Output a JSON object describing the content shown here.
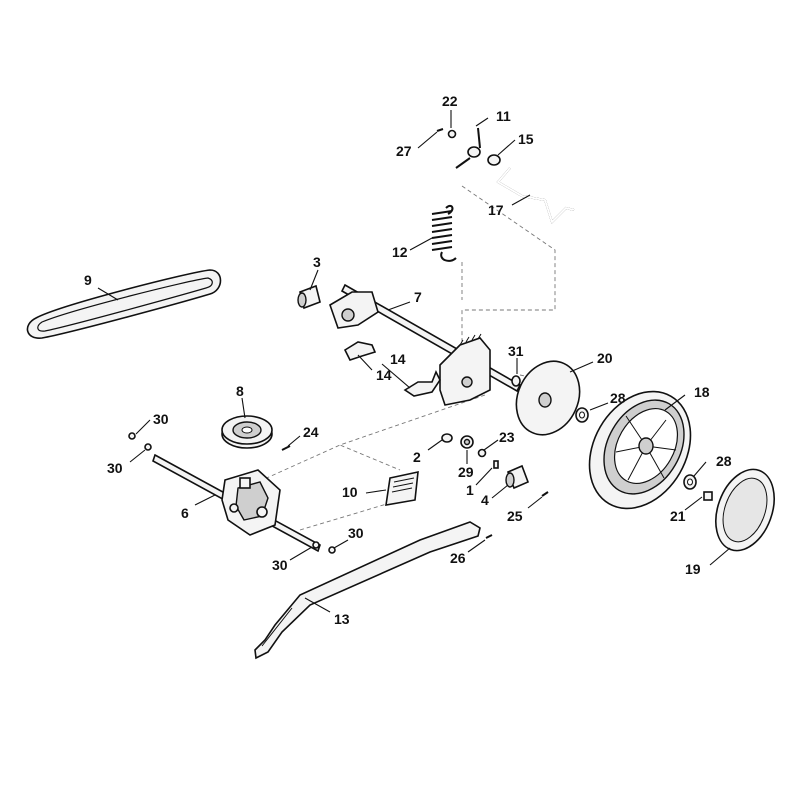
{
  "diagram": {
    "callouts": {
      "c1": "1",
      "c2": "2",
      "c3": "3",
      "c4": "4",
      "c6": "6",
      "c7": "7",
      "c8": "8",
      "c9": "9",
      "c10": "10",
      "c11": "11",
      "c12": "12",
      "c13": "13",
      "c14a": "14",
      "c14b": "14",
      "c15": "15",
      "c17": "17",
      "c18": "18",
      "c19": "19",
      "c20": "20",
      "c21": "21",
      "c22": "22",
      "c23": "23",
      "c24": "24",
      "c25": "25",
      "c26": "26",
      "c27": "27",
      "c28a": "28",
      "c28b": "28",
      "c29": "29",
      "c30a": "30",
      "c30b": "30",
      "c30c": "30",
      "c30d": "30",
      "c31": "31"
    }
  }
}
